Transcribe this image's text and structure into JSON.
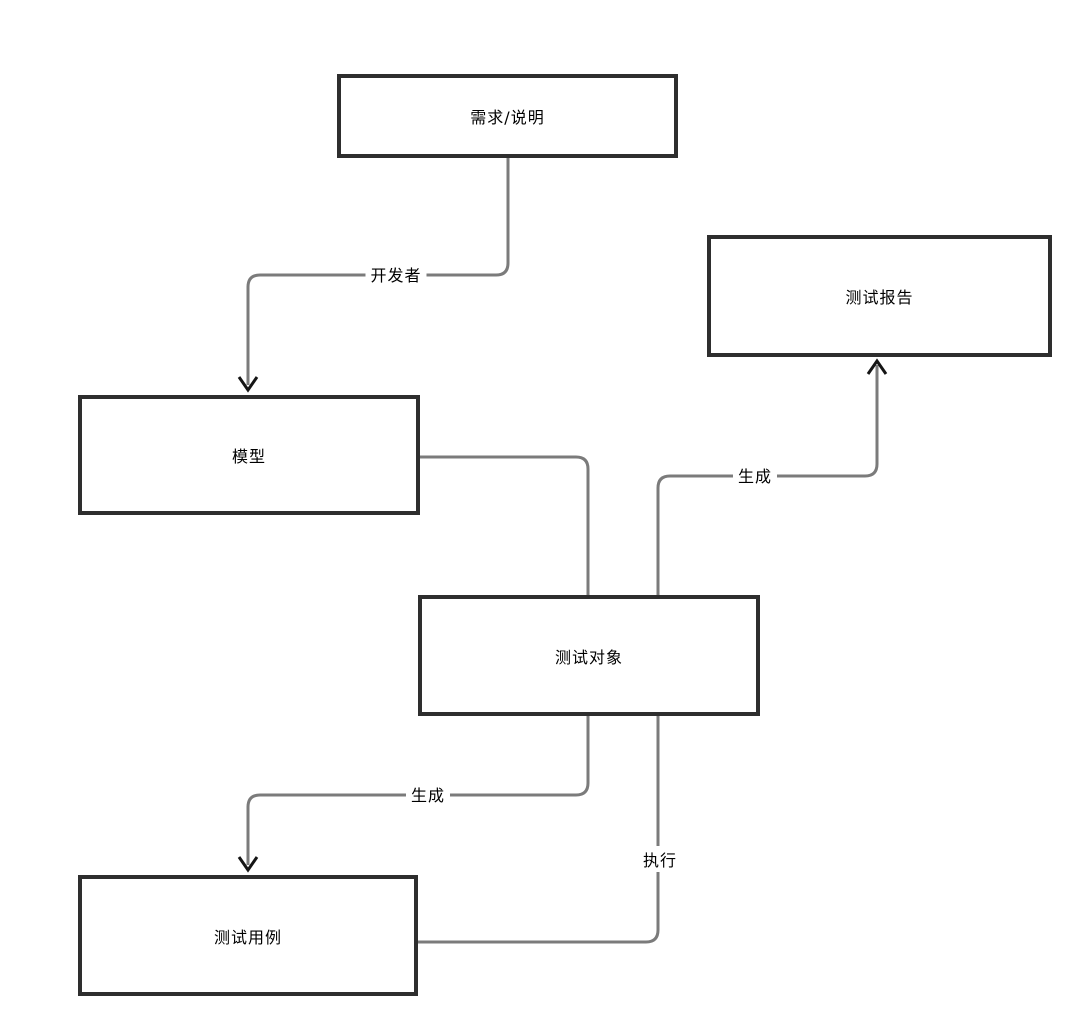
{
  "diagram": {
    "type": "flowchart",
    "nodes": [
      {
        "id": "requirements",
        "label": "需求/说明"
      },
      {
        "id": "test-report",
        "label": "测试报告"
      },
      {
        "id": "model",
        "label": "模型"
      },
      {
        "id": "test-object",
        "label": "测试对象"
      },
      {
        "id": "test-case",
        "label": "测试用例"
      }
    ],
    "edges": [
      {
        "from": "需求/说明",
        "to": "模型",
        "label": "开发者",
        "arrowhead": true
      },
      {
        "from": "模型",
        "to": "测试对象",
        "label": "",
        "arrowhead": false
      },
      {
        "from": "测试对象",
        "to": "测试报告",
        "label": "生成",
        "arrowhead": true
      },
      {
        "from": "测试对象",
        "to": "测试用例",
        "label": "生成",
        "arrowhead": true
      },
      {
        "from": "测试用例",
        "to": "测试对象",
        "label": "执行",
        "arrowhead": false
      }
    ],
    "colors": {
      "background": "#ffffff",
      "node_border": "#2e2e2e",
      "node_fill": "#ffffff",
      "connector": "#7b7b7b",
      "arrowhead": "#151515",
      "text": "#000000"
    }
  }
}
